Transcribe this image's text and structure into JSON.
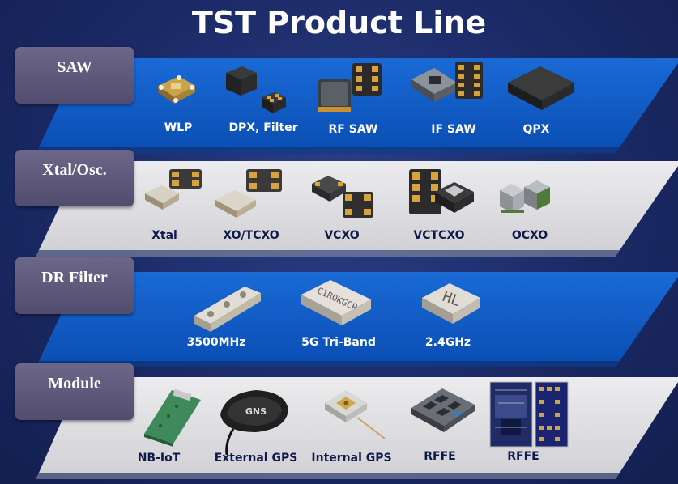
{
  "title": "TST Product Line",
  "rows": [
    {
      "category": "SAW",
      "band_color": "#0a55c0",
      "items": [
        {
          "label": "WLP",
          "icon": "wlp-chip-icon"
        },
        {
          "label": "DPX, Filter",
          "icon": "dpx-filter-chip-icon"
        },
        {
          "label": "RF SAW",
          "icon": "rf-saw-chip-icon"
        },
        {
          "label": "IF SAW",
          "icon": "if-saw-chip-icon"
        },
        {
          "label": "QPX",
          "icon": "qpx-chip-icon"
        }
      ]
    },
    {
      "category": "Xtal/Osc.",
      "band_color": "#dcdce0",
      "items": [
        {
          "label": "Xtal",
          "icon": "xtal-crystal-icon"
        },
        {
          "label": "XO/TCXO",
          "icon": "xo-tcxo-oscillator-icon"
        },
        {
          "label": "VCXO",
          "icon": "vcxo-oscillator-icon"
        },
        {
          "label": "VCTCXO",
          "icon": "vctcxo-oscillator-icon"
        },
        {
          "label": "OCXO",
          "icon": "ocxo-oscillator-icon"
        }
      ]
    },
    {
      "category": "DR Filter",
      "band_color": "#0a55c0",
      "items": [
        {
          "label": "3500MHz",
          "icon": "dr-filter-3500mhz-icon"
        },
        {
          "label": "5G Tri-Band",
          "icon": "dr-filter-5g-triband-icon"
        },
        {
          "label": "2.4GHz",
          "icon": "dr-filter-2-4ghz-icon"
        }
      ]
    },
    {
      "category": "Module",
      "band_color": "#dcdce0",
      "items": [
        {
          "label": "NB-IoT",
          "icon": "nb-iot-board-icon"
        },
        {
          "label": "External GPS",
          "icon": "external-gps-antenna-icon",
          "badge": "GNS"
        },
        {
          "label": "Internal GPS",
          "icon": "internal-gps-antenna-icon"
        },
        {
          "label": "RFFE",
          "icon": "rffe-module-icon"
        },
        {
          "label": "RFFE",
          "icon": "rffe-xray-module-icon"
        }
      ]
    }
  ]
}
